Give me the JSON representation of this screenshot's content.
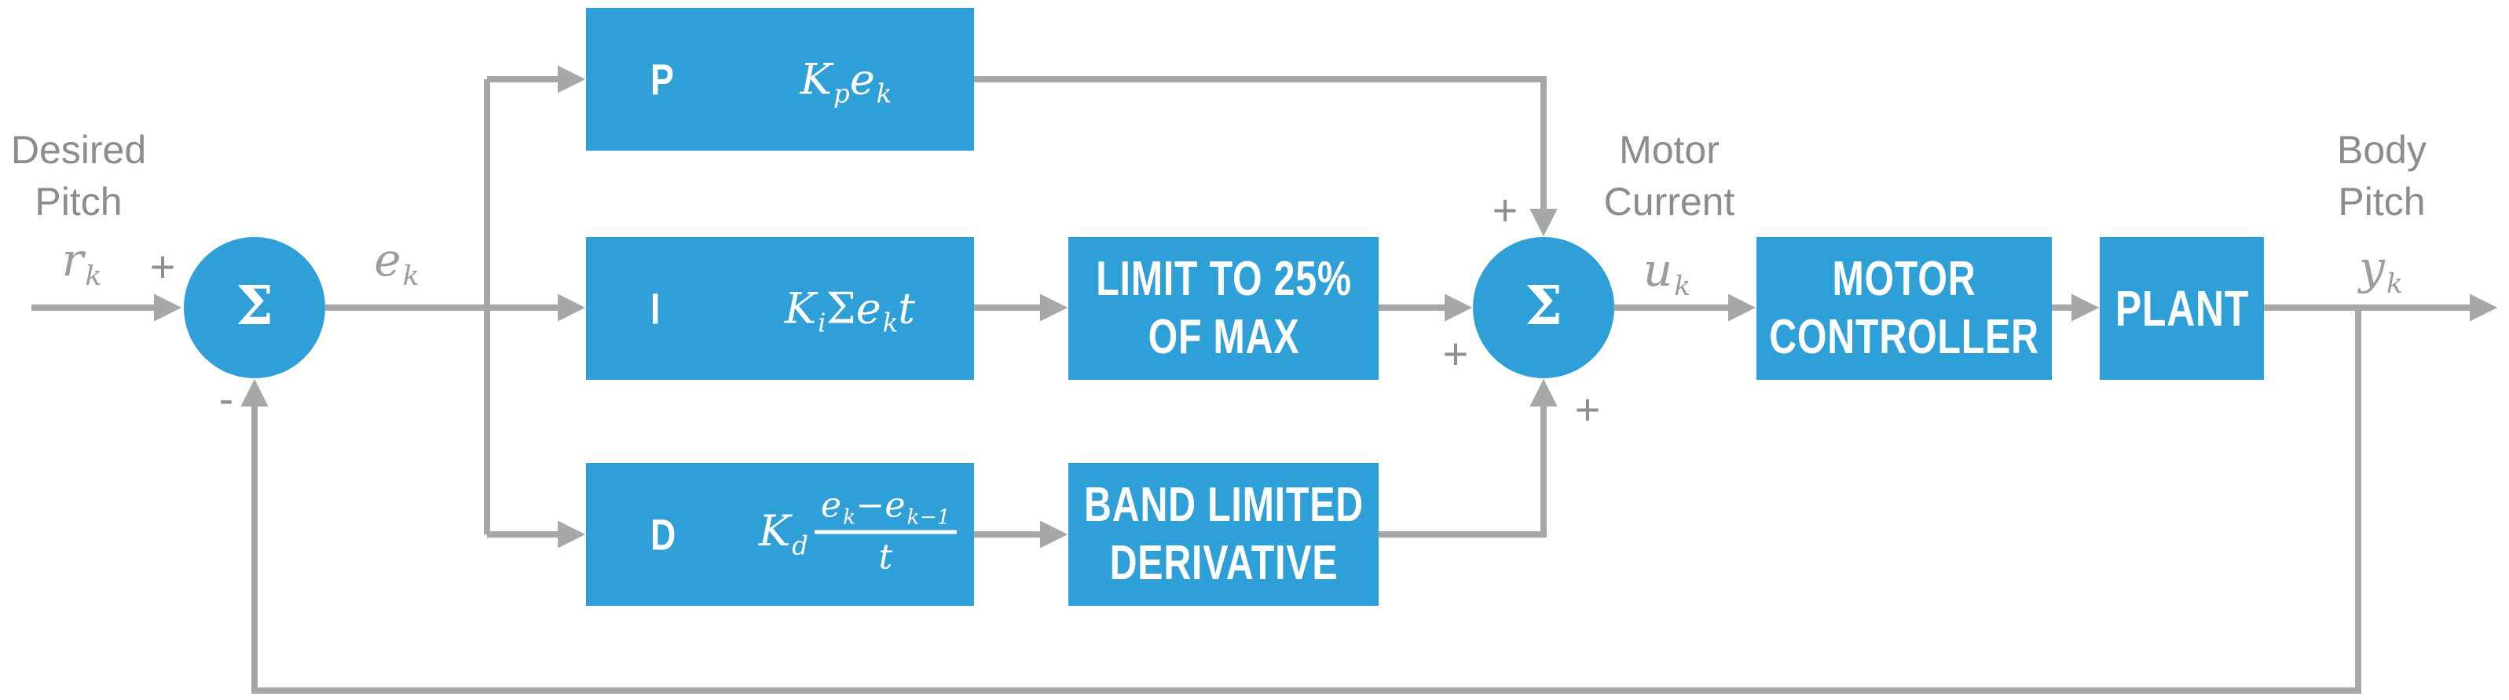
{
  "colors": {
    "block_blue": "#2f9fd8",
    "wire_gray": "#a7a7a7",
    "label_gray": "#8c8c8c",
    "math_gray": "#9c9c9c",
    "sign_gray": "#8f8f8f",
    "text_white": "#ffffff"
  },
  "labels": {
    "desired_pitch_line1": "Desired",
    "desired_pitch_line2": "Pitch",
    "motor_current_line1": "Motor",
    "motor_current_line2": "Current",
    "body_pitch_line1": "Body",
    "body_pitch_line2": "Pitch"
  },
  "signals": {
    "reference": {
      "base": "r",
      "sub": "k"
    },
    "error": {
      "base": "e",
      "sub": "k"
    },
    "control": {
      "base": "u",
      "sub": "k"
    },
    "output": {
      "base": "y",
      "sub": "k"
    }
  },
  "summers": {
    "sum1": {
      "symbol": "Σ",
      "plus_sign": "+",
      "minus_sign": "-"
    },
    "sum2": {
      "symbol": "Σ",
      "p_sign": "+",
      "i_sign": "+",
      "d_sign": "+"
    }
  },
  "blocks": {
    "proportional": {
      "letter": "P",
      "formula": {
        "coeff": "K",
        "coeff_sub": "p",
        "var": "e",
        "var_sub": "k"
      }
    },
    "integral": {
      "letter": "I",
      "formula": {
        "coeff": "K",
        "coeff_sub": "i",
        "sigma": "Σ",
        "var": "e",
        "var_sub": "k",
        "t": "t"
      }
    },
    "derivative": {
      "letter": "D",
      "formula": {
        "coeff": "K",
        "coeff_sub": "d",
        "num_e1": "e",
        "num_e1_sub": "k",
        "minus": "−",
        "num_e2": "e",
        "num_e2_sub": "k−1",
        "den": "t"
      }
    },
    "limit": {
      "line1": "LIMIT TO 25%",
      "line2": "OF MAX"
    },
    "band": {
      "line1": "BAND LIMITED",
      "line2": "DERIVATIVE"
    },
    "motor_controller": {
      "line1": "MOTOR",
      "line2": "CONTROLLER"
    },
    "plant": {
      "line1": "PLANT"
    }
  }
}
